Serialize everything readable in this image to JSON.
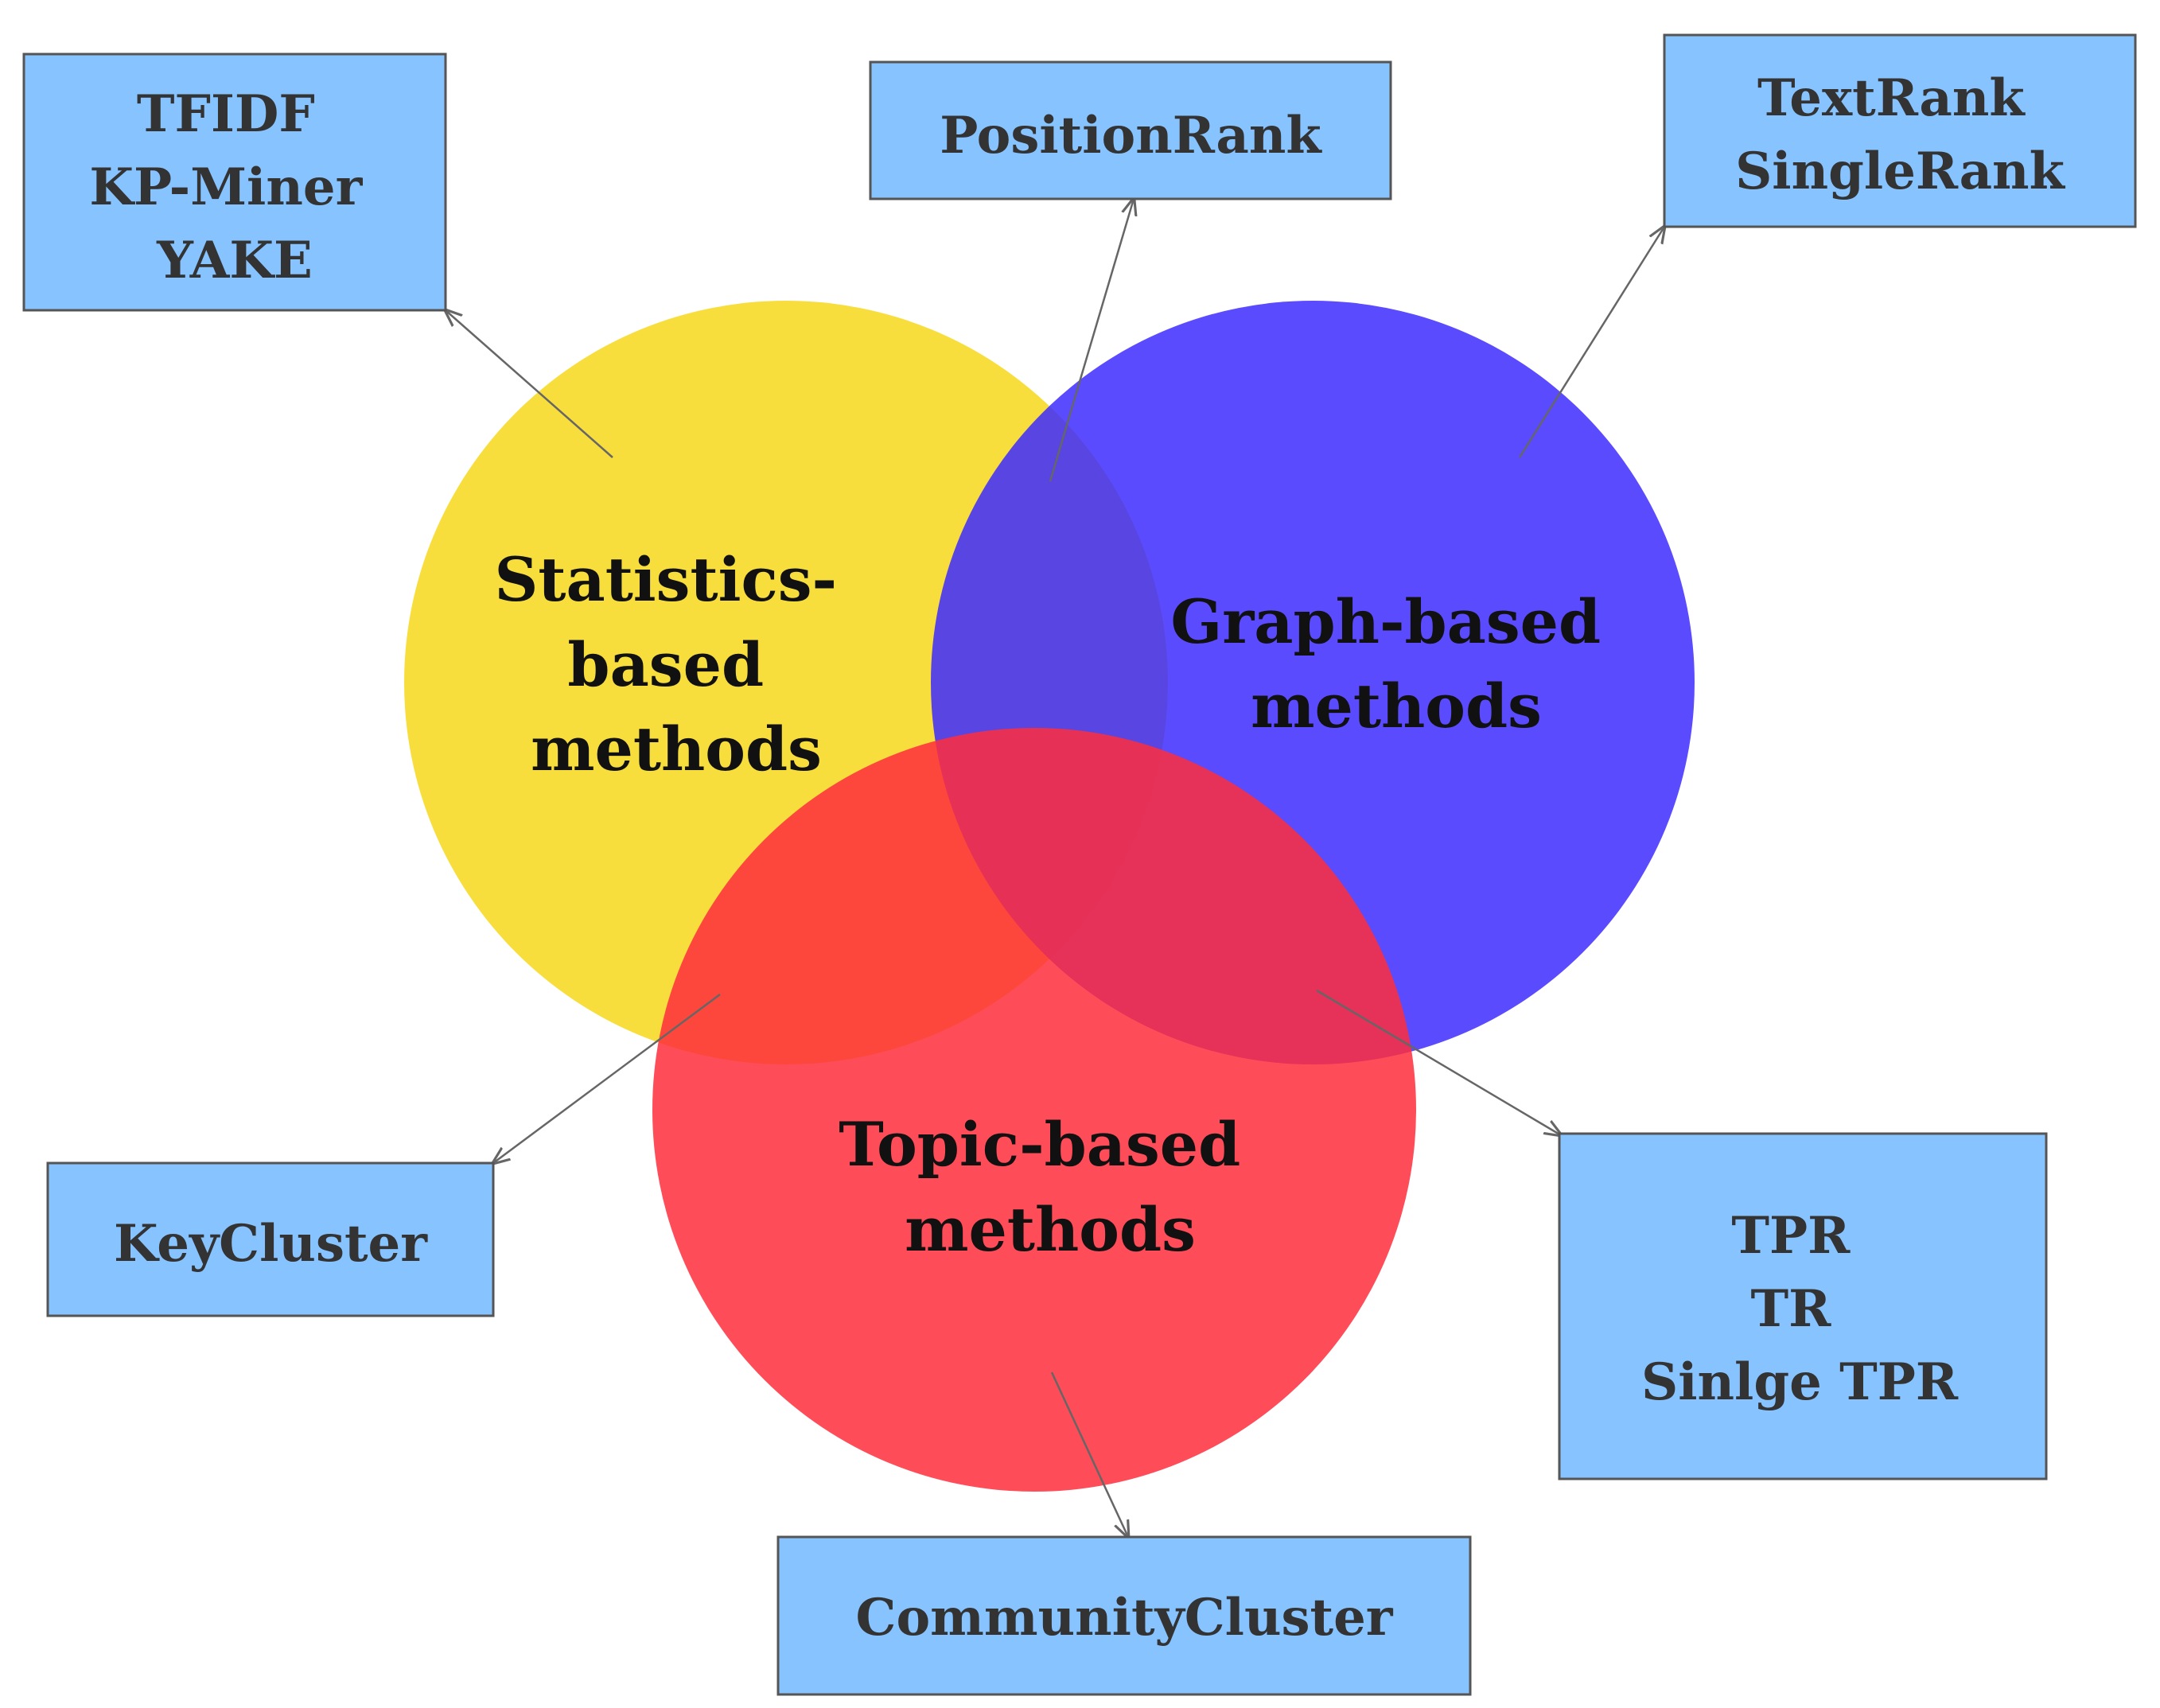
{
  "colors": {
    "statistics_circle": "#F7D81A",
    "graph_circle": "#3D2BFF",
    "topic_circle": "#FF2D3C",
    "method_box": "#86C3FF",
    "box_border": "#555555",
    "connector": "#666666"
  },
  "circles": {
    "statistics": {
      "lines": [
        "Statistics-",
        "based",
        "methods"
      ]
    },
    "graph": {
      "lines": [
        "Graph-based",
        "methods"
      ]
    },
    "topic": {
      "lines": [
        "Topic-based",
        "methods"
      ]
    }
  },
  "boxes": {
    "statistics_methods": {
      "lines": [
        "TFIDF",
        "KP-Miner",
        "YAKE"
      ]
    },
    "statistics_graph_methods": {
      "lines": [
        "PositionRank"
      ]
    },
    "graph_methods": {
      "lines": [
        "TextRank",
        "SingleRank"
      ]
    },
    "statistics_topic_methods": {
      "lines": [
        "KeyCluster"
      ]
    },
    "graph_topic_methods": {
      "lines": [
        "TPR",
        "TR",
        "Sinlge TPR"
      ]
    },
    "topic_methods": {
      "lines": [
        "CommunityCluster"
      ]
    }
  }
}
